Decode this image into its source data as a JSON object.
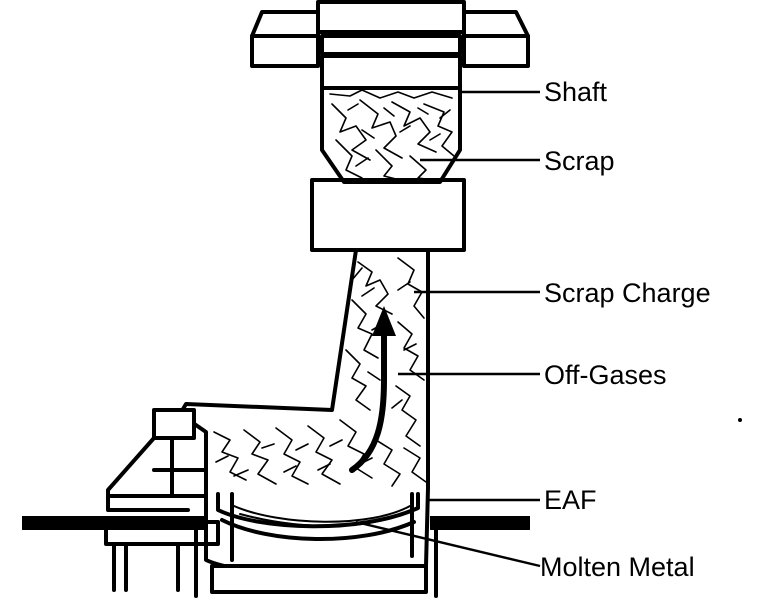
{
  "labels": {
    "shaft": "Shaft",
    "scrap": "Scrap",
    "scrap_charge": "Scrap Charge",
    "off_gases": "Off-Gases",
    "eaf": "EAF",
    "molten_metal": "Molten Metal"
  },
  "colors": {
    "ink": "#000000",
    "background": "#ffffff"
  },
  "icons": {
    "gas_flow": "arrow-up-icon"
  }
}
